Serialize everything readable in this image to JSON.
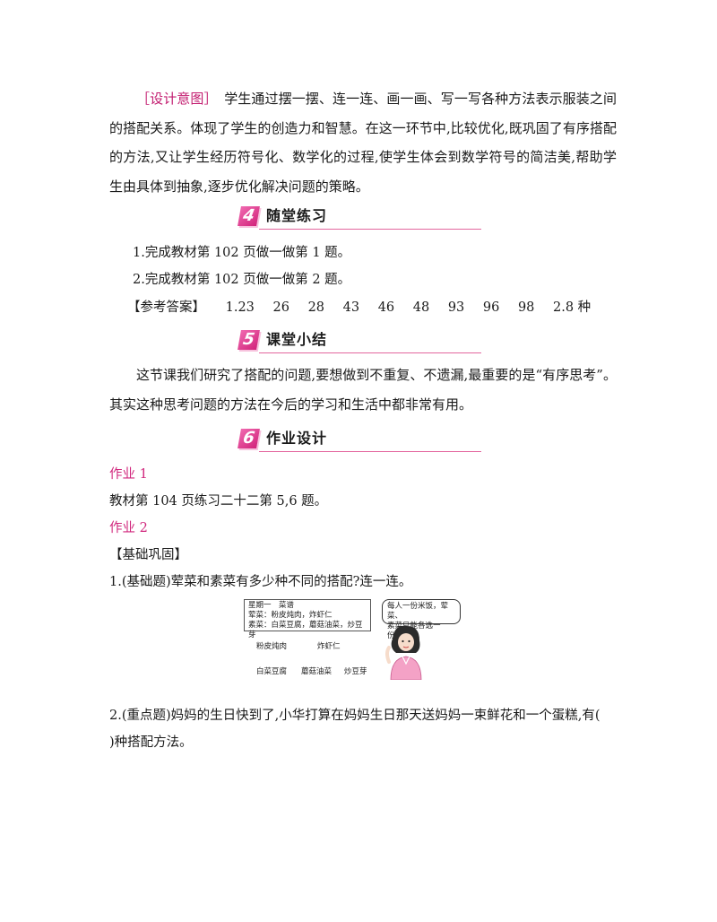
{
  "design_intent": {
    "tag": "［设计意图］",
    "text": "学生通过摆一摆、连一连、画一画、写一写各种方法表示服装之间的搭配关系。体现了学生的创造力和智慧。在这一环节中,比较优化,既巩固了有序搭配的方法,又让学生经历符号化、数学化的过程,使学生体会到数学符号的简洁美,帮助学生由具体到抽象,逐步优化解决问题的策略。"
  },
  "section4": {
    "num": "4",
    "title": "随堂练习",
    "items": [
      "1.完成教材第 102 页做一做第 1 题。",
      "2.完成教材第 102 页做一做第 2 题。"
    ],
    "answer_label": "【参考答案】",
    "answers": [
      "1.23",
      "26",
      "28",
      "43",
      "46",
      "48",
      "93",
      "96",
      "98",
      "2.8 种"
    ]
  },
  "section5": {
    "num": "5",
    "title": "课堂小结",
    "text": "这节课我们研究了搭配的问题,要想做到不重复、不遗漏,最重要的是“有序思考”。其实这种思考问题的方法在今后的学习和生活中都非常有用。"
  },
  "section6": {
    "num": "6",
    "title": "作业设计",
    "hw1_label": "作业 1",
    "hw1_text": "教材第 104 页练习二十二第 5,6 题。",
    "hw2_label": "作业 2",
    "basic_label": "【基础巩固】",
    "q1": "1.(基础题)荤菜和素菜有多少种不同的搭配?连一连。",
    "q2_line1": "2.(重点题)妈妈的生日快到了,小华打算在妈妈生日那天送妈妈一束鲜花和一个蛋糕,有(",
    "q2_line2": ")种搭配方法。"
  },
  "figure": {
    "menu_lines": [
      "星期一　菜谱",
      "荤菜：粉皮炖肉，炸虾仁",
      "素菜：白菜豆腐，蘑菇油菜，炒豆芽"
    ],
    "bubble_lines": [
      "每人一份米饭，荤菜、",
      "素菜只能各选一份。"
    ],
    "meat_dishes": [
      "粉皮炖肉",
      "炸虾仁"
    ],
    "veg_dishes": [
      "白菜豆腐",
      "蘑菇油菜",
      "炒豆芽"
    ]
  },
  "colors": {
    "accent": "#d0267c",
    "rule": "#e3669e"
  }
}
